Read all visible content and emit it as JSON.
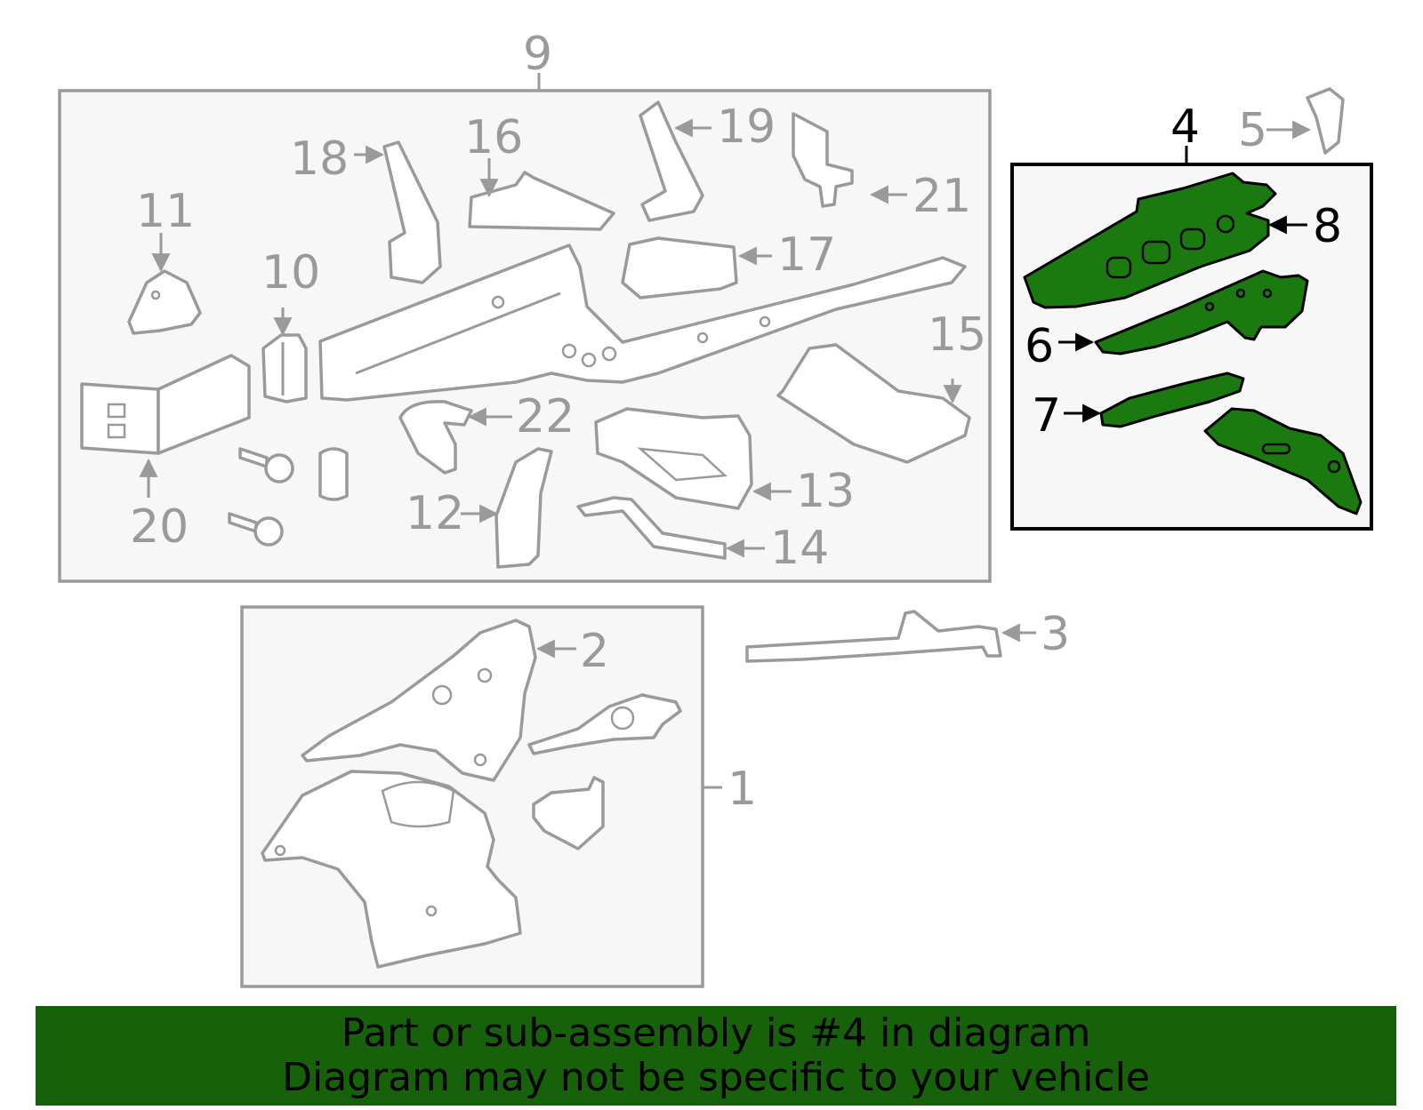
{
  "banner": {
    "line1": "Part or sub-assembly is #4 in diagram",
    "line2": "Diagram may not be specific to your vehicle"
  },
  "callouts": {
    "c1": "1",
    "c2": "2",
    "c3": "3",
    "c4": "4",
    "c5": "5",
    "c6": "6",
    "c7": "7",
    "c8": "8",
    "c9": "9",
    "c10": "10",
    "c11": "11",
    "c12": "12",
    "c13": "13",
    "c14": "14",
    "c15": "15",
    "c16": "16",
    "c17": "17",
    "c18": "18",
    "c19": "19",
    "c20": "20",
    "c21": "21",
    "c22": "22"
  },
  "highlight": {
    "part_number": "4",
    "color": "#1a7a10",
    "banner_color": "#166109"
  }
}
